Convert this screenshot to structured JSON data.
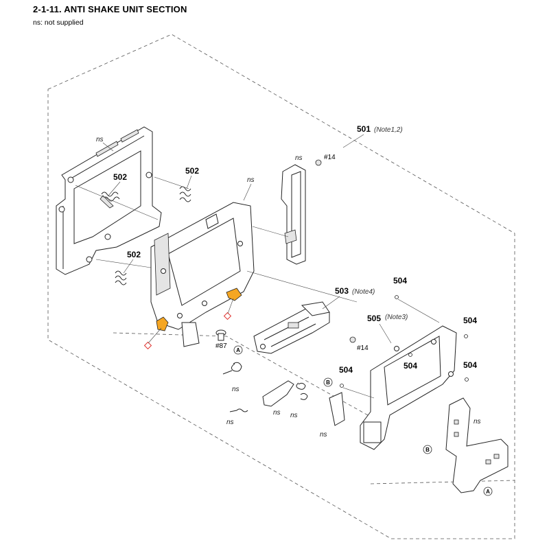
{
  "header": {
    "title": "2-1-11.  ANTI SHAKE UNIT SECTION",
    "subtitle": "ns: not supplied"
  },
  "labels": {
    "p501": "501",
    "p501_note": "(Note1,2)",
    "p502": "502",
    "p503": "503",
    "p503_note": "(Note4)",
    "p504": "504",
    "p505": "505",
    "p505_note": "(Note3)",
    "ns": "ns",
    "screw14": "#14",
    "screw87": "#87",
    "callout_a": "A",
    "callout_b": "B"
  },
  "colors": {
    "line": "#222222",
    "highlight": "#f5a623",
    "marker": "#e0302c"
  }
}
